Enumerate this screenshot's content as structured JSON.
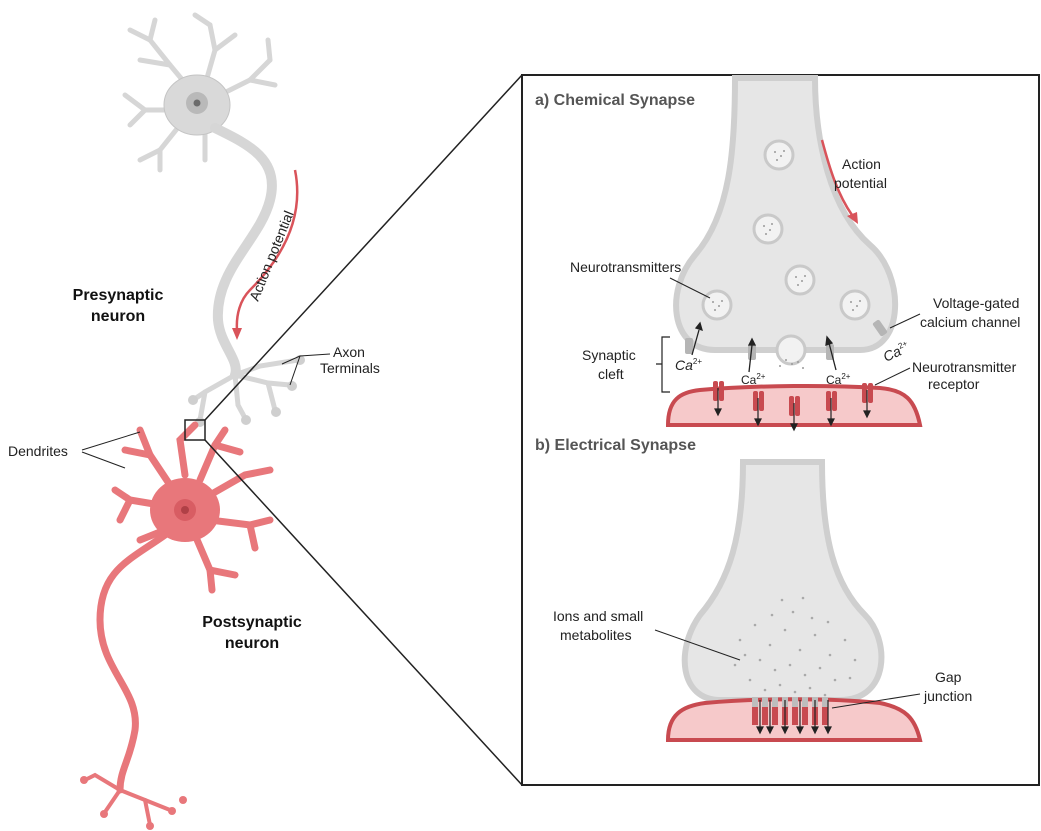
{
  "colors": {
    "presynaptic": "#d9d9d9",
    "presynaptic_stroke": "#bdbdbd",
    "postsynaptic": "#e8777b",
    "postsynaptic_light": "#f6c9ca",
    "postsynaptic_dark": "#c84a50",
    "arrow_red": "#d9535a",
    "vesicle": "#efefef"
  },
  "left": {
    "presynaptic_label_line1": "Presynaptic",
    "presynaptic_label_line2": "neuron",
    "postsynaptic_label_line1": "Postsynaptic",
    "postsynaptic_label_line2": "neuron",
    "action_potential": "Action potential",
    "axon_terminals_line1": "Axon",
    "axon_terminals_line2": "Terminals",
    "dendrites": "Dendrites"
  },
  "chemical": {
    "title": "a) Chemical Synapse",
    "action_potential_line1": "Action",
    "action_potential_line2": "potential",
    "neurotransmitters": "Neurotransmitters",
    "vgcc_line1": "Voltage-gated",
    "vgcc_line2": "calcium channel",
    "synaptic_cleft_line1": "Synaptic",
    "synaptic_cleft_line2": "cleft",
    "ca": "Ca",
    "ca_charge": "2+",
    "nt_receptor_line1": "Neurotransmitter",
    "nt_receptor_line2": "receptor"
  },
  "electrical": {
    "title": "b) Electrical Synapse",
    "ions_line1": "Ions and small",
    "ions_line2": "metabolites",
    "gap_line1": "Gap",
    "gap_line2": "junction"
  }
}
